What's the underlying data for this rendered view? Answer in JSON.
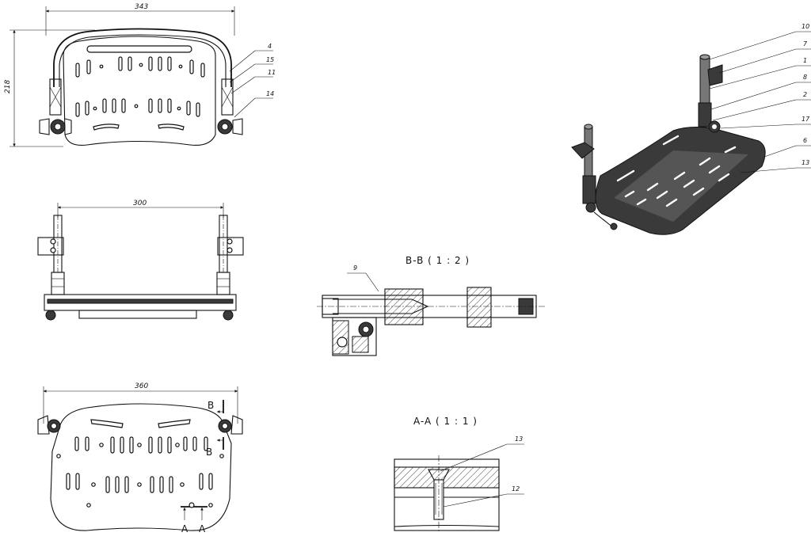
{
  "views": {
    "top": {
      "dim_width": "343",
      "dim_height": "218",
      "callouts": [
        "4",
        "15",
        "11",
        "14"
      ]
    },
    "front": {
      "dim_width": "300"
    },
    "bottom": {
      "dim_width": "360",
      "section_marks": [
        "B",
        "B",
        "A",
        "A"
      ]
    },
    "section_bb": {
      "title": "B-B ( 1 : 2 )",
      "callouts": [
        "9"
      ]
    },
    "section_aa": {
      "title": "A-A ( 1 : 1 )",
      "callouts": [
        "13",
        "12"
      ]
    },
    "iso": {
      "callouts": [
        "10",
        "7",
        "1",
        "8",
        "2",
        "17",
        "6",
        "13"
      ]
    }
  }
}
